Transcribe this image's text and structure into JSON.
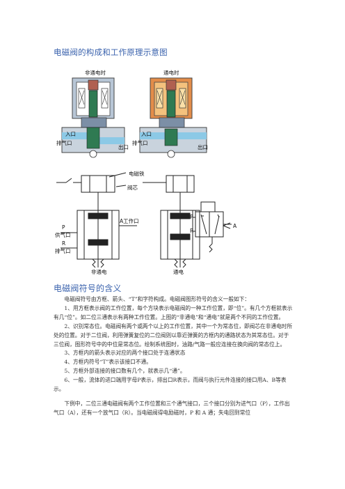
{
  "section1": {
    "title": "电磁阀的构成和工作原理示意图",
    "fig_top": {
      "left_caption": "非通电时",
      "right_caption": "通电时",
      "inlet": "入口",
      "exhaust": "排气口",
      "outlet": "出口"
    },
    "fig_bottom": {
      "solenoid_iron": "电磁铁",
      "valve_core": "阀芯",
      "port_p": "P",
      "supply_port": "供气口",
      "port_a_work": "A工作口",
      "port_r": "R",
      "exhaust_port": "排气口",
      "non_energized": "非通电",
      "energized": "通电",
      "sym_p": "P",
      "sym_r": "R",
      "sym_a": "A"
    }
  },
  "section2": {
    "title": "电磁阀符号的含义",
    "paragraphs": [
      "电磁阀符号由方框、箭头、“T”和字符构成。电磁阀图形符号的含义一般如下：",
      "1、用方框表示阀的工作位置，每个方块表示电磁阀的一种工作位置，即“位”。有几个方框就表示有几“位”。如二位三通表示有两种工作位置。上图的“非通电”和“通电”就是两个不同的工作位置。",
      "2、识别常态位。电磁阀有两个或两个以上的工作位置，其中一个为常态位，即阀芯在非通电时所处的位置。对于二位阀，利用弹簧复位的二位阀则以靠近弹簧的方框内的通路状态为其常态位。对于三位阀，图形符号中的中位是常态位。绘制系统图时，油路/气路一般应连接在换向阀的常态位上。",
      "3、方框内的箭头表示对应的两个接口处于连通状态",
      "4、方框内符号“T”表示该接口不通。",
      "5、方框外部连接的接口数有几个，就表示几“通”。",
      "6、一般，流体的进口端用字母P表示，排出口R表示，而阀与执行元件连接的接口用A、B等表示。",
      "下例中，二位三通电磁阀有两个工作位置和三个通气接口，三个接口分别为进气口（P），工作出气口（A），还有一个放气口（R）。当电磁阀得电励磁时，P 和 A 通；失电回到常位"
    ]
  }
}
